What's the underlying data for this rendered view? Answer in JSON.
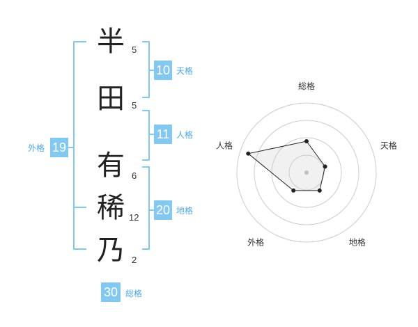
{
  "colors": {
    "accent": "#82c8f0",
    "label": "#4fa8e0",
    "bracket": "#82c8f0"
  },
  "name": {
    "characters": [
      {
        "char": "半",
        "strokes": "5"
      },
      {
        "char": "田",
        "strokes": "5"
      },
      {
        "char": "有",
        "strokes": "6"
      },
      {
        "char": "稀",
        "strokes": "12"
      },
      {
        "char": "乃",
        "strokes": "2"
      }
    ]
  },
  "kakusu": {
    "tenkaku": {
      "value": "10",
      "label": "天格"
    },
    "jinkaku": {
      "value": "11",
      "label": "人格"
    },
    "chikaku": {
      "value": "20",
      "label": "地格"
    },
    "gaikaku": {
      "value": "19",
      "label": "外格"
    },
    "soukaku": {
      "value": "30",
      "label": "総格"
    }
  },
  "chart_data": {
    "type": "radar",
    "axes": [
      "総格",
      "天格",
      "地格",
      "外格",
      "人格"
    ],
    "rings": 4,
    "values": [
      0.45,
      0.28,
      0.32,
      0.32,
      0.88
    ]
  }
}
